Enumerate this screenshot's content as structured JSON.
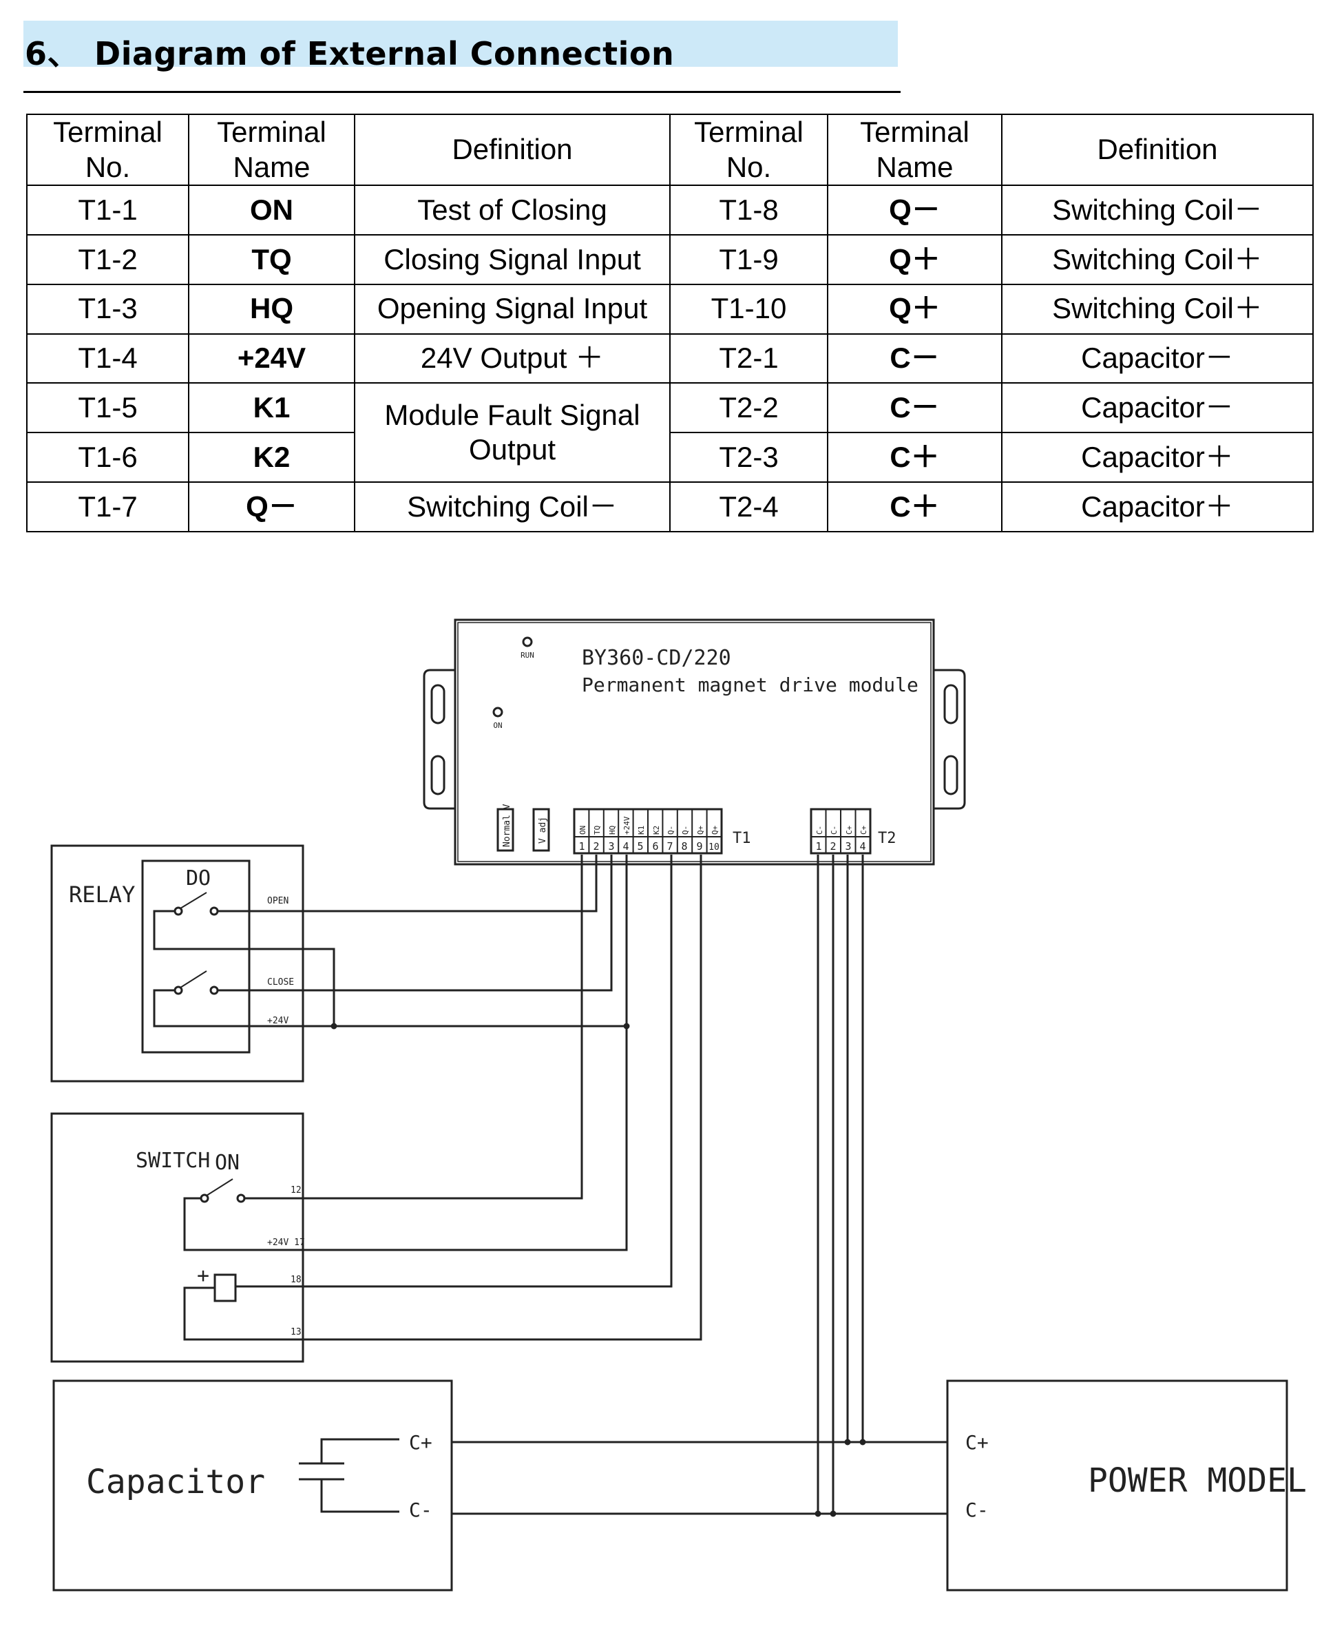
{
  "section": {
    "number": "6、",
    "title": "Diagram of External Connection"
  },
  "table": {
    "headers": [
      "Terminal No.",
      "Terminal Name",
      "Definition",
      "Terminal No.",
      "Terminal Name",
      "Definition"
    ],
    "rows": [
      [
        "T1-1",
        "ON",
        "Test of Closing",
        "T1-8",
        "Q－",
        "Switching Coil－"
      ],
      [
        "T1-2",
        "TQ",
        "Closing Signal Input",
        "T1-9",
        "Q＋",
        "Switching Coil＋"
      ],
      [
        "T1-3",
        "HQ",
        "Opening Signal Input",
        "T1-10",
        "Q＋",
        "Switching Coil＋"
      ],
      [
        "T1-4",
        "+24V",
        "24V Output ＋",
        "T2-1",
        "C－",
        "Capacitor－"
      ],
      [
        "T1-5",
        "K1",
        "Module Fault Signal Output",
        "T2-2",
        "C－",
        "Capacitor－"
      ],
      [
        "T1-6",
        "K2",
        "",
        "T2-3",
        "C＋",
        "Capacitor＋"
      ],
      [
        "T1-7",
        "Q－",
        "Switching Coil－",
        "T2-4",
        "C＋",
        "Capacitor＋"
      ]
    ]
  },
  "diagram": {
    "module": {
      "model": "BY360-CD/220",
      "description": "Permanent magnet drive module",
      "led_run": "RUN",
      "led_on": "ON",
      "pot_normal": "Normal V",
      "pot_adj": "V adj",
      "t1_label": "T1",
      "t2_label": "T2",
      "t1_pins": [
        "ON",
        "TQ",
        "HQ",
        "+24V",
        "K1",
        "K2",
        "Q-",
        "Q-",
        "Q+",
        "Q+"
      ],
      "t1_numbers": [
        "1",
        "2",
        "3",
        "4",
        "5",
        "6",
        "7",
        "8",
        "9",
        "10"
      ],
      "t2_pins": [
        "C-",
        "C-",
        "C+",
        "C+"
      ],
      "t2_numbers": [
        "1",
        "2",
        "3",
        "4"
      ]
    },
    "relay": {
      "title": "RELAY",
      "contact": "DO",
      "open": "OPEN",
      "close": "CLOSE",
      "v24": "+24V"
    },
    "switch": {
      "title": "SWITCH",
      "state": "ON",
      "pin12": "12",
      "pin17": "+24V 17",
      "pin18": "18",
      "pin13": "13",
      "plus": "+"
    },
    "capacitor": {
      "title": "Capacitor",
      "cplus": "C+",
      "cminus": "C-"
    },
    "power": {
      "title": "POWER MODEL",
      "cplus": "C+",
      "cminus": "C-"
    }
  }
}
